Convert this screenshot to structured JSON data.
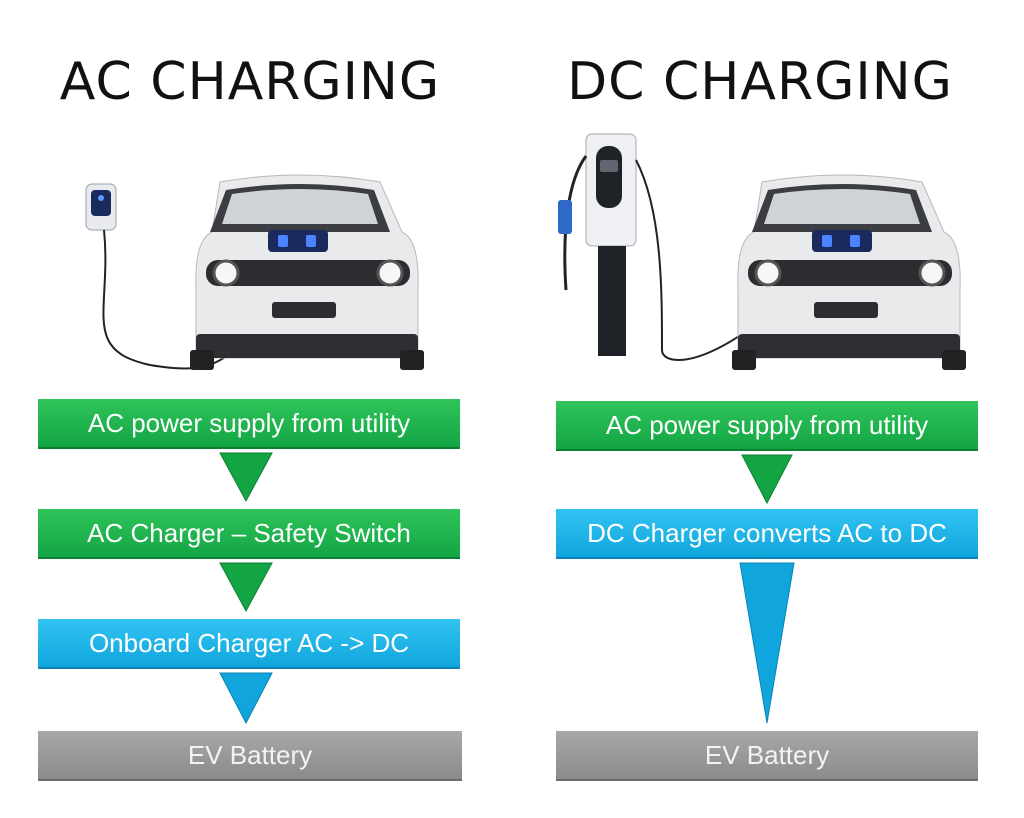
{
  "ac": {
    "title": "AC CHARGING",
    "steps": [
      {
        "label": "AC power supply from utility",
        "color": "green"
      },
      {
        "label": "AC Charger – Safety Switch",
        "color": "green"
      },
      {
        "label": "Onboard Charger AC -> DC",
        "color": "blue"
      },
      {
        "label": "EV Battery",
        "color": "gray"
      }
    ]
  },
  "dc": {
    "title": "DC CHARGING",
    "steps": [
      {
        "label": "AC power supply from utility",
        "color": "green"
      },
      {
        "label": "DC Charger converts AC to DC",
        "color": "blue"
      },
      {
        "label": "EV Battery",
        "color": "gray"
      }
    ]
  },
  "colors": {
    "green": "#13a544",
    "blue": "#10a6dd",
    "gray": "#8b8b8b"
  }
}
